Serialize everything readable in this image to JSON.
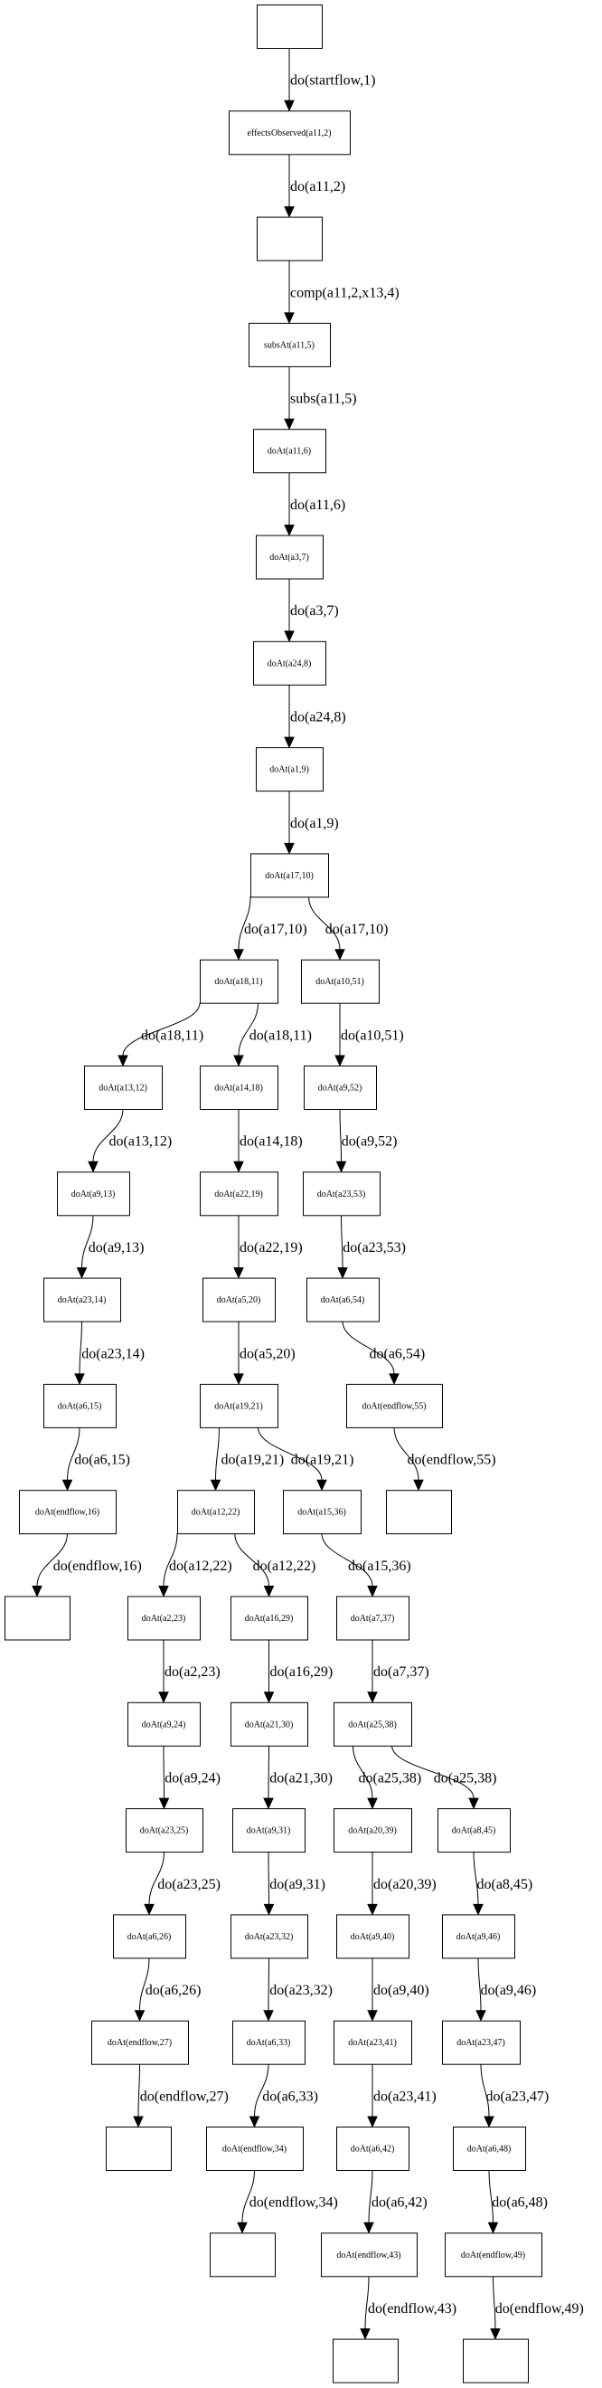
{
  "diagram": {
    "type": "state-transition-tree",
    "nodes": [
      {
        "id": "n0",
        "label": ""
      },
      {
        "id": "n1",
        "label": "effectsObserved(a11,2)"
      },
      {
        "id": "n2",
        "label": ""
      },
      {
        "id": "n3",
        "label": "subsAt(a11,5)"
      },
      {
        "id": "n4",
        "label": "doAt(a11,6)"
      },
      {
        "id": "n5",
        "label": "doAt(a3,7)"
      },
      {
        "id": "n6",
        "label": "doAt(a24,8)"
      },
      {
        "id": "n7",
        "label": "doAt(a1,9)"
      },
      {
        "id": "n8",
        "label": "doAt(a17,10)"
      },
      {
        "id": "n9",
        "label": "doAt(a18,11)"
      },
      {
        "id": "n10",
        "label": "doAt(a10,51)"
      },
      {
        "id": "n11",
        "label": "doAt(a13,12)"
      },
      {
        "id": "n12",
        "label": "doAt(a14,18)"
      },
      {
        "id": "n13",
        "label": "doAt(a9,52)"
      },
      {
        "id": "n14",
        "label": "doAt(a9,13)"
      },
      {
        "id": "n15",
        "label": "doAt(a22,19)"
      },
      {
        "id": "n16",
        "label": "doAt(a23,53)"
      },
      {
        "id": "n17",
        "label": "doAt(a23,14)"
      },
      {
        "id": "n18",
        "label": "doAt(a5,20)"
      },
      {
        "id": "n19",
        "label": "doAt(a6,54)"
      },
      {
        "id": "n20",
        "label": "doAt(a6,15)"
      },
      {
        "id": "n21",
        "label": "doAt(a19,21)"
      },
      {
        "id": "n22",
        "label": "doAt(endflow,55)"
      },
      {
        "id": "n23",
        "label": "doAt(endflow,16)"
      },
      {
        "id": "n24",
        "label": "doAt(a12,22)"
      },
      {
        "id": "n25",
        "label": "doAt(a15,36)"
      },
      {
        "id": "n26",
        "label": ""
      },
      {
        "id": "n27",
        "label": ""
      },
      {
        "id": "n28",
        "label": "doAt(a2,23)"
      },
      {
        "id": "n29",
        "label": "doAt(a16,29)"
      },
      {
        "id": "n30",
        "label": "doAt(a7,37)"
      },
      {
        "id": "n31",
        "label": "doAt(a9,24)"
      },
      {
        "id": "n32",
        "label": "doAt(a21,30)"
      },
      {
        "id": "n33",
        "label": "doAt(a25,38)"
      },
      {
        "id": "n34",
        "label": "doAt(a23,25)"
      },
      {
        "id": "n35",
        "label": "doAt(a9,31)"
      },
      {
        "id": "n36",
        "label": "doAt(a20,39)"
      },
      {
        "id": "n37",
        "label": "doAt(a8,45)"
      },
      {
        "id": "n38",
        "label": "doAt(a6,26)"
      },
      {
        "id": "n39",
        "label": "doAt(a23,32)"
      },
      {
        "id": "n40",
        "label": "doAt(a9,40)"
      },
      {
        "id": "n41",
        "label": "doAt(a9,46)"
      },
      {
        "id": "n42",
        "label": "doAt(endflow,27)"
      },
      {
        "id": "n43",
        "label": "doAt(a6,33)"
      },
      {
        "id": "n44",
        "label": "doAt(a23,41)"
      },
      {
        "id": "n45",
        "label": "doAt(a23,47)"
      },
      {
        "id": "n46",
        "label": ""
      },
      {
        "id": "n47",
        "label": "doAt(endflow,34)"
      },
      {
        "id": "n48",
        "label": "doAt(a6,42)"
      },
      {
        "id": "n49",
        "label": "doAt(a6,48)"
      },
      {
        "id": "n50",
        "label": ""
      },
      {
        "id": "n51",
        "label": "doAt(endflow,43)"
      },
      {
        "id": "n52",
        "label": "doAt(endflow,49)"
      },
      {
        "id": "n53",
        "label": ""
      },
      {
        "id": "n54",
        "label": ""
      }
    ],
    "edges": [
      {
        "from": "n0",
        "to": "n1",
        "label": "do(startflow,1)"
      },
      {
        "from": "n1",
        "to": "n2",
        "label": "do(a11,2)"
      },
      {
        "from": "n2",
        "to": "n3",
        "label": "comp(a11,2,x13,4)"
      },
      {
        "from": "n3",
        "to": "n4",
        "label": "subs(a11,5)"
      },
      {
        "from": "n4",
        "to": "n5",
        "label": "do(a11,6)"
      },
      {
        "from": "n5",
        "to": "n6",
        "label": "do(a3,7)"
      },
      {
        "from": "n6",
        "to": "n7",
        "label": "do(a24,8)"
      },
      {
        "from": "n7",
        "to": "n8",
        "label": "do(a1,9)"
      },
      {
        "from": "n8",
        "to": "n9",
        "label": "do(a17,10)"
      },
      {
        "from": "n8",
        "to": "n10",
        "label": "do(a17,10)"
      },
      {
        "from": "n9",
        "to": "n11",
        "label": "do(a18,11)"
      },
      {
        "from": "n9",
        "to": "n12",
        "label": "do(a18,11)"
      },
      {
        "from": "n10",
        "to": "n13",
        "label": "do(a10,51)"
      },
      {
        "from": "n11",
        "to": "n14",
        "label": "do(a13,12)"
      },
      {
        "from": "n12",
        "to": "n15",
        "label": "do(a14,18)"
      },
      {
        "from": "n13",
        "to": "n16",
        "label": "do(a9,52)"
      },
      {
        "from": "n14",
        "to": "n17",
        "label": "do(a9,13)"
      },
      {
        "from": "n15",
        "to": "n18",
        "label": "do(a22,19)"
      },
      {
        "from": "n16",
        "to": "n19",
        "label": "do(a23,53)"
      },
      {
        "from": "n17",
        "to": "n20",
        "label": "do(a23,14)"
      },
      {
        "from": "n18",
        "to": "n21",
        "label": "do(a5,20)"
      },
      {
        "from": "n19",
        "to": "n22",
        "label": "do(a6,54)"
      },
      {
        "from": "n20",
        "to": "n23",
        "label": "do(a6,15)"
      },
      {
        "from": "n21",
        "to": "n24",
        "label": "do(a19,21)"
      },
      {
        "from": "n21",
        "to": "n25",
        "label": "do(a19,21)"
      },
      {
        "from": "n22",
        "to": "n26",
        "label": "do(endflow,55)"
      },
      {
        "from": "n23",
        "to": "n27",
        "label": "do(endflow,16)"
      },
      {
        "from": "n24",
        "to": "n28",
        "label": "do(a12,22)"
      },
      {
        "from": "n24",
        "to": "n29",
        "label": "do(a12,22)"
      },
      {
        "from": "n25",
        "to": "n30",
        "label": "do(a15,36)"
      },
      {
        "from": "n28",
        "to": "n31",
        "label": "do(a2,23)"
      },
      {
        "from": "n29",
        "to": "n32",
        "label": "do(a16,29)"
      },
      {
        "from": "n30",
        "to": "n33",
        "label": "do(a7,37)"
      },
      {
        "from": "n31",
        "to": "n34",
        "label": "do(a9,24)"
      },
      {
        "from": "n32",
        "to": "n35",
        "label": "do(a21,30)"
      },
      {
        "from": "n33",
        "to": "n36",
        "label": "do(a25,38)"
      },
      {
        "from": "n33",
        "to": "n37",
        "label": "do(a25,38)"
      },
      {
        "from": "n34",
        "to": "n38",
        "label": "do(a23,25)"
      },
      {
        "from": "n35",
        "to": "n39",
        "label": "do(a9,31)"
      },
      {
        "from": "n36",
        "to": "n40",
        "label": "do(a20,39)"
      },
      {
        "from": "n37",
        "to": "n41",
        "label": "do(a8,45)"
      },
      {
        "from": "n38",
        "to": "n42",
        "label": "do(a6,26)"
      },
      {
        "from": "n39",
        "to": "n43",
        "label": "do(a23,32)"
      },
      {
        "from": "n40",
        "to": "n44",
        "label": "do(a9,40)"
      },
      {
        "from": "n41",
        "to": "n45",
        "label": "do(a9,46)"
      },
      {
        "from": "n42",
        "to": "n46",
        "label": "do(endflow,27)"
      },
      {
        "from": "n43",
        "to": "n47",
        "label": "do(a6,33)"
      },
      {
        "from": "n44",
        "to": "n48",
        "label": "do(a23,41)"
      },
      {
        "from": "n45",
        "to": "n49",
        "label": "do(a23,47)"
      },
      {
        "from": "n47",
        "to": "n50",
        "label": "do(endflow,34)"
      },
      {
        "from": "n48",
        "to": "n51",
        "label": "do(a6,42)"
      },
      {
        "from": "n49",
        "to": "n52",
        "label": "do(a6,48)"
      },
      {
        "from": "n51",
        "to": "n53",
        "label": "do(endflow,43)"
      },
      {
        "from": "n52",
        "to": "n54",
        "label": "do(endflow,49)"
      }
    ]
  }
}
